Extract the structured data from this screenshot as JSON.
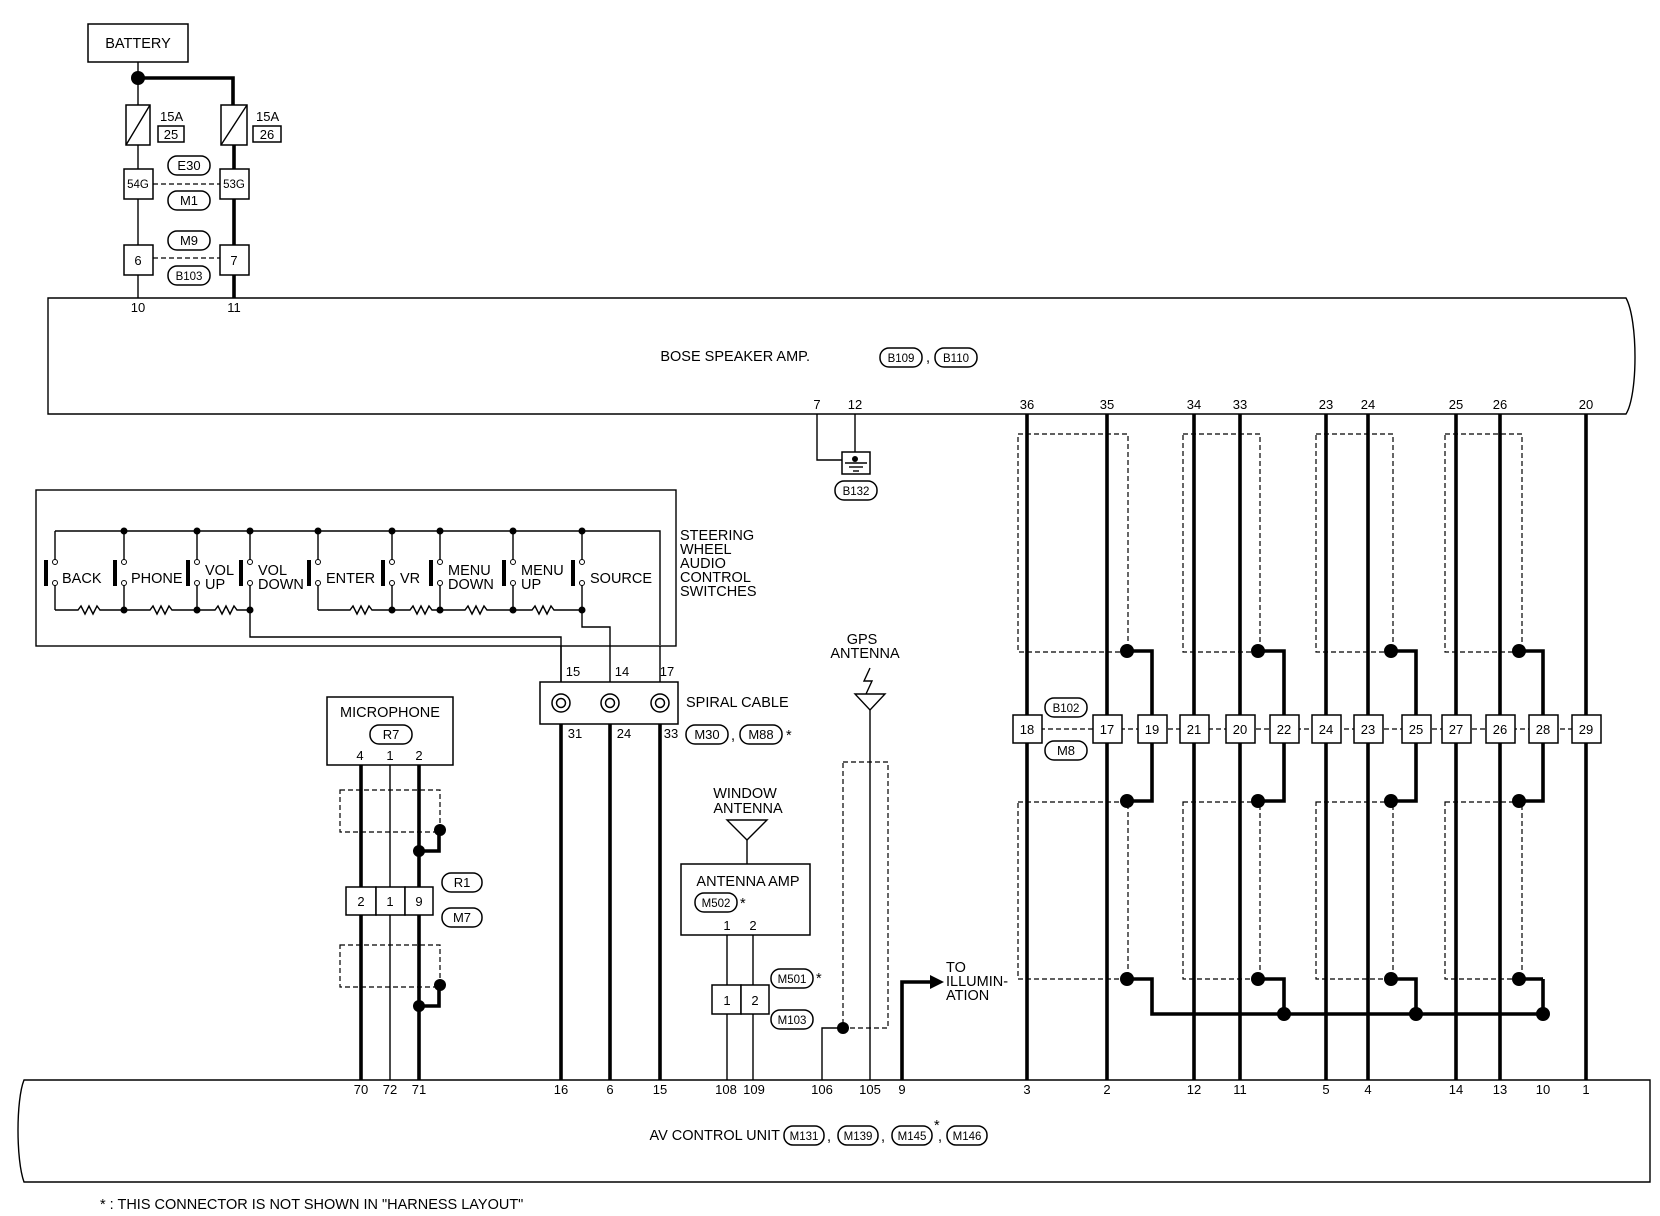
{
  "battery": "BATTERY",
  "fuses": [
    {
      "rating": "15A",
      "number": "25"
    },
    {
      "rating": "15A",
      "number": "26"
    }
  ],
  "connectors": {
    "e30": "E30",
    "m1": "M1",
    "m9": "M9",
    "b103": "B103",
    "b109": "B109",
    "b110": "B110",
    "b132": "B132",
    "r7": "R7",
    "r1": "R1",
    "m7": "M7",
    "m30": "M30",
    "m88": "M88",
    "m502": "M502",
    "m501": "M501",
    "m103": "M103",
    "b102": "B102",
    "m8": "M8",
    "m131": "M131",
    "m139": "M139",
    "m145": "M145",
    "m146": "M146"
  },
  "terminals": {
    "t54g": "54G",
    "t53g": "53G",
    "t6": "6",
    "t7": "7",
    "amp_top_10": "10",
    "amp_top_11": "11",
    "amp_bot": [
      "7",
      "12",
      "36",
      "35",
      "34",
      "33",
      "23",
      "24",
      "25",
      "26",
      "20"
    ],
    "spiral_top": [
      "15",
      "14",
      "17"
    ],
    "spiral_bot": [
      "31",
      "24",
      "33"
    ],
    "mic": [
      "4",
      "1",
      "2"
    ],
    "r1_row": [
      "2",
      "1",
      "9"
    ],
    "ant_amp": [
      "1",
      "2"
    ],
    "m501_row": [
      "1",
      "2"
    ],
    "b102_row": [
      "18",
      "17",
      "19",
      "21",
      "20",
      "22",
      "24",
      "23",
      "25",
      "27",
      "26",
      "28",
      "29"
    ],
    "av_top": [
      "70",
      "72",
      "71",
      "16",
      "6",
      "15",
      "108",
      "109",
      "106",
      "105",
      "9",
      "3",
      "2",
      "12",
      "11",
      "5",
      "4",
      "14",
      "13",
      "10",
      "1"
    ]
  },
  "labels": {
    "bose": "BOSE SPEAKER AMP.",
    "comma": ",",
    "steering": [
      "STEERING",
      "WHEEL",
      "AUDIO",
      "CONTROL",
      "SWITCHES"
    ],
    "switches": {
      "back": "BACK",
      "phone": "PHONE",
      "vol_up": [
        "VOL",
        "UP"
      ],
      "vol_down": [
        "VOL",
        "DOWN"
      ],
      "enter": "ENTER",
      "vr": "VR",
      "menu_down": [
        "MENU",
        "DOWN"
      ],
      "menu_up": [
        "MENU",
        "UP"
      ],
      "source": "SOURCE"
    },
    "spiral": "SPIRAL CABLE",
    "microphone": "MICROPHONE",
    "gps": [
      "GPS",
      "ANTENNA"
    ],
    "window_antenna": [
      "WINDOW",
      "ANTENNA"
    ],
    "antenna_amp": "ANTENNA AMP",
    "illumination": [
      "TO",
      "ILLUMIN-",
      "ATION"
    ],
    "av_unit": "AV CONTROL UNIT",
    "star": "*",
    "footnote": "* : THIS CONNECTOR IS NOT SHOWN IN \"HARNESS LAYOUT\""
  }
}
